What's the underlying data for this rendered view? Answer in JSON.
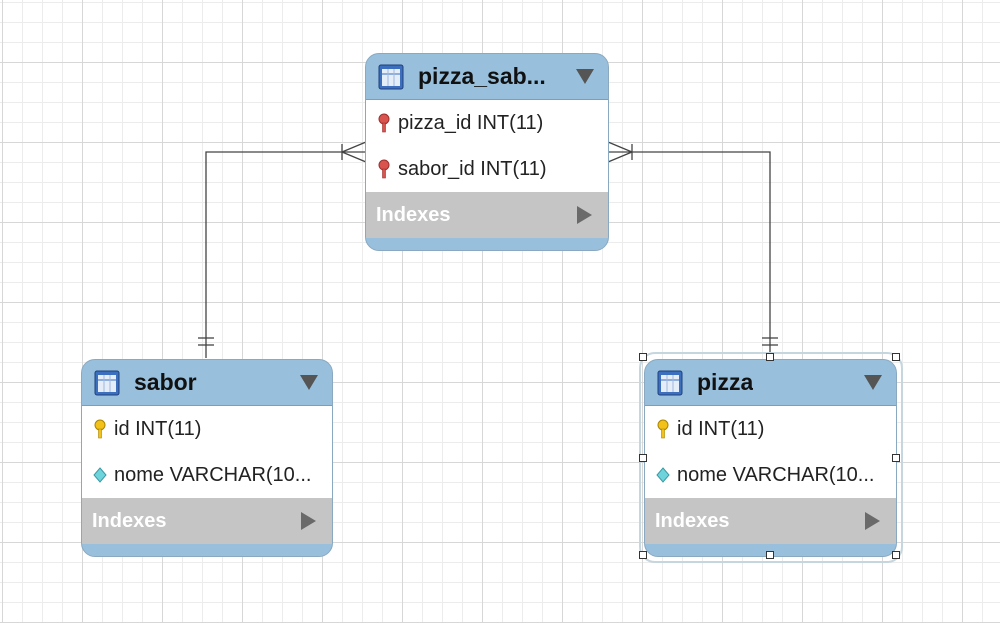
{
  "diagram": {
    "entities": {
      "pizza_sabor": {
        "title": "pizza_sab...",
        "columns": [
          {
            "text": "pizza_id INT(11)",
            "icon": "foreign-key-icon"
          },
          {
            "text": "sabor_id INT(11)",
            "icon": "foreign-key-icon"
          }
        ],
        "indexes_label": "Indexes"
      },
      "sabor": {
        "title": "sabor",
        "columns": [
          {
            "text": "id INT(11)",
            "icon": "primary-key-icon"
          },
          {
            "text": "nome VARCHAR(10...",
            "icon": "column-diamond-icon"
          }
        ],
        "indexes_label": "Indexes"
      },
      "pizza": {
        "title": "pizza",
        "selected": true,
        "columns": [
          {
            "text": "id INT(11)",
            "icon": "primary-key-icon"
          },
          {
            "text": "nome VARCHAR(10...",
            "icon": "column-diamond-icon"
          }
        ],
        "indexes_label": "Indexes"
      }
    },
    "relationships": [
      {
        "from": "sabor",
        "to": "pizza_sabor",
        "from_cardinality": "one-and-only-one",
        "to_cardinality": "one-or-many"
      },
      {
        "from": "pizza",
        "to": "pizza_sabor",
        "from_cardinality": "one-and-only-one",
        "to_cardinality": "one-or-many"
      }
    ],
    "colors": {
      "header": "#98c0dd",
      "indexes_bar": "#c5c5c5",
      "primary_key": "#f2c21b",
      "foreign_key": "#d9534f",
      "column_diamond": "#6fd3dc"
    }
  }
}
